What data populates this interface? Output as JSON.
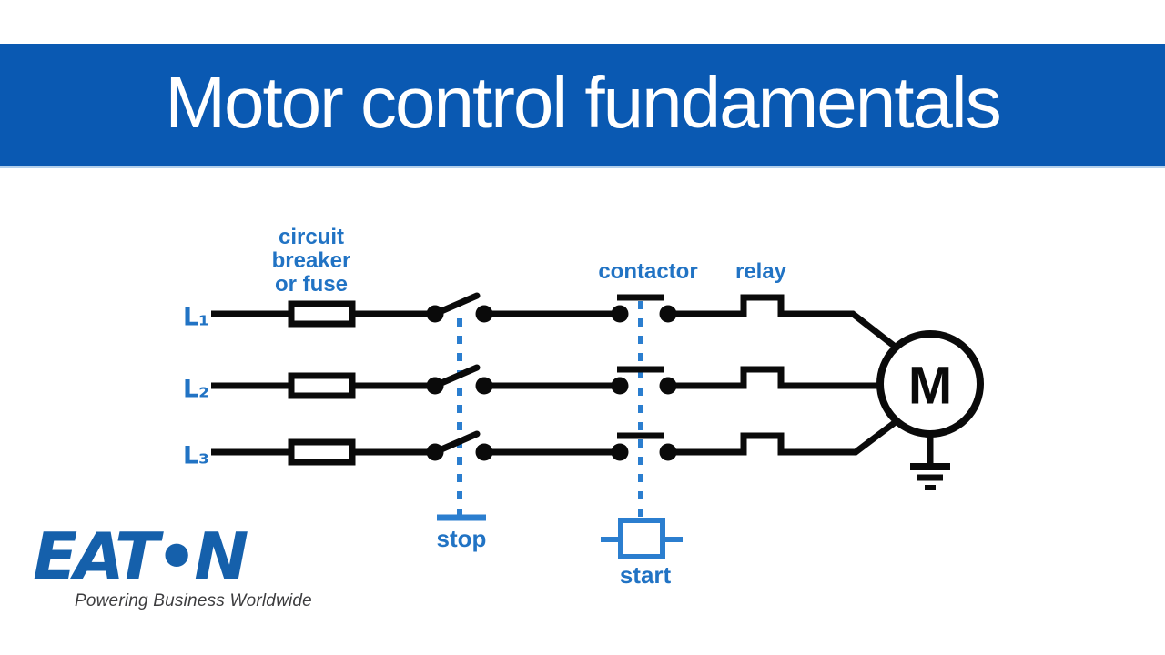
{
  "banner": {
    "title": "Motor control fundamentals"
  },
  "diagram": {
    "labels": {
      "breaker": "circuit\nbreaker\nor fuse",
      "contactor": "contactor",
      "relay": "relay",
      "line1": "L₁",
      "line2": "L₂",
      "line3": "L₃",
      "stop": "stop",
      "start": "start",
      "motor": "M"
    }
  },
  "footer": {
    "brand": "EATON",
    "logo_display": "EAT•N",
    "tagline": "Powering Business Worldwide"
  },
  "colors": {
    "banner-blue": "#0A59B2",
    "banner-underline": "#B3D0EC",
    "title-white": "#FFFFFF",
    "label-blue": "#2173C4",
    "symbol-blue": "#2B7ECF",
    "wire-black": "#0A0A0A",
    "eaton-blue": "#1560AB",
    "tagline-gray": "#3D3D3F"
  }
}
